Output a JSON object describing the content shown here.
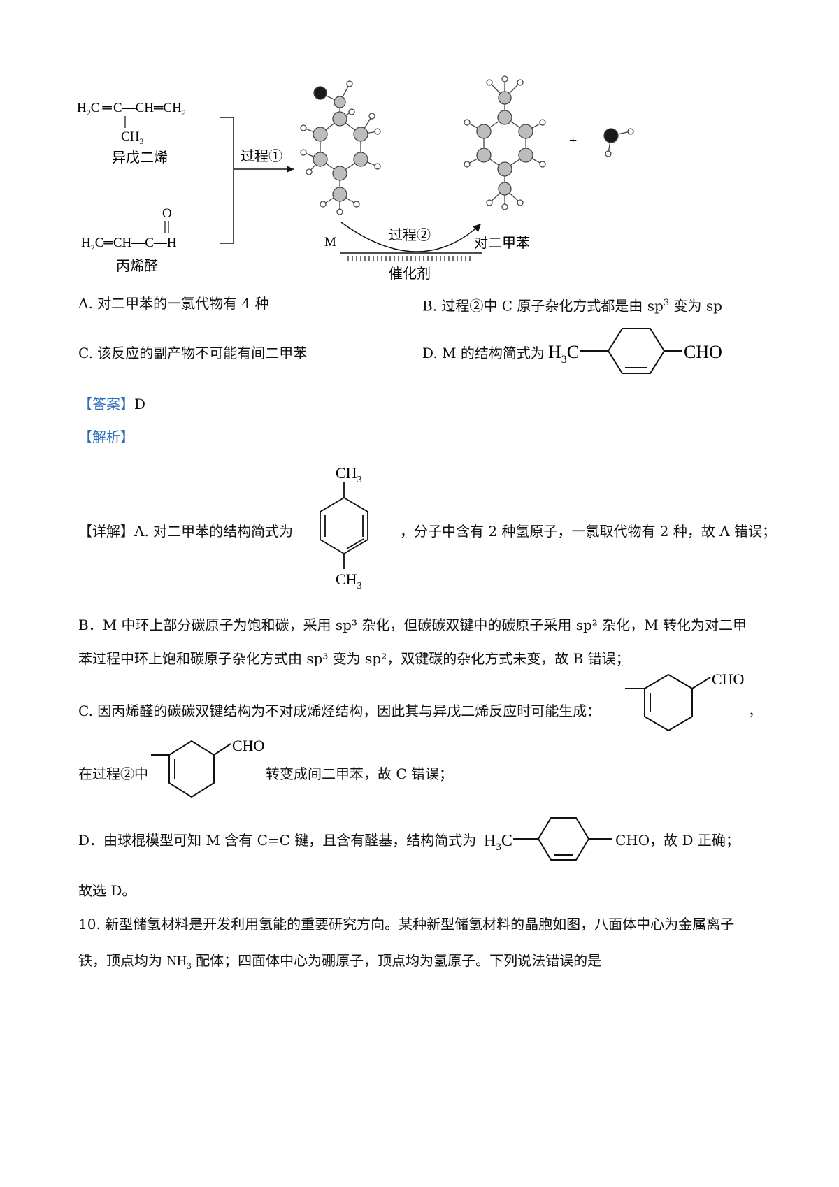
{
  "diagram": {
    "isoprene_formula": "H2C=C—CH=CH2",
    "isoprene_methyl": "CH3",
    "isoprene_name": "异戊二烯",
    "acrolein_o": "O",
    "acrolein_formula": "H2C=CH—C—H",
    "acrolein_name": "丙烯醛",
    "process1": "过程①",
    "process2": "过程②",
    "m_label": "M",
    "product_name": "对二甲苯",
    "catalyst": "催化剂",
    "plus": "+"
  },
  "options": {
    "a": "A. 对二甲苯的一氯代物有 4 种",
    "b_pre": "B. 过程②中 C 原子杂化方式都是由 sp",
    "b_sup": "3",
    "b_post": " 变为 sp",
    "c": "C. 该反应的副产物不可能有间二甲苯",
    "d_pre": "D. M 的结构简式为",
    "d_h3c": "H3C",
    "d_cho": "CHO"
  },
  "answer": {
    "label": "【答案】",
    "value": "D"
  },
  "analysis_label": "【解析】",
  "detail": {
    "label": "【详解】",
    "a_pre": "A. 对二甲苯的结构简式为",
    "a_post": "，分子中含有 2 种氢原子，一氯取代物有 2 种，故 A 错误；",
    "ch3_top": "CH3",
    "ch3_bottom": "CH3",
    "b_line1": "B．M 中环上部分碳原子为饱和碳，采用 sp³ 杂化，但碳碳双键中的碳原子采用 sp² 杂化，M 转化为对二甲",
    "b_line2": "苯过程中环上饱和碳原子杂化方式由 sp³ 变为 sp²，双键碳的杂化方式未变，故 B 错误；",
    "c_line1": "C. 因丙烯醛的碳碳双键结构为不对成烯烃结构，因此其与异戊二烯反应时可能生成：",
    "c_comma": "，",
    "c_cho1": "CHO",
    "c_line2_pre": "在过程②中",
    "c_cho2": "CHO",
    "c_line2_post": "转变成间二甲苯，故 C 错误；",
    "d_pre": "D．由球棍模型可知 M 含有 C=C 键，且含有醛基，结构简式为",
    "d_h3c": "H3C",
    "d_post": "CHO，故 D 正确；",
    "conclusion": "故选 D。"
  },
  "question10": {
    "line1": "10. 新型储氢材料是开发利用氢能的重要研究方向。某种新型储氢材料的晶胞如图，八面体中心为金属离子",
    "line2_pre": "铁，顶点均为 ",
    "nh3": "NH3",
    "line2_post": " 配体；四面体中心为硼原子，顶点均为氢原子。下列说法错误的是"
  }
}
